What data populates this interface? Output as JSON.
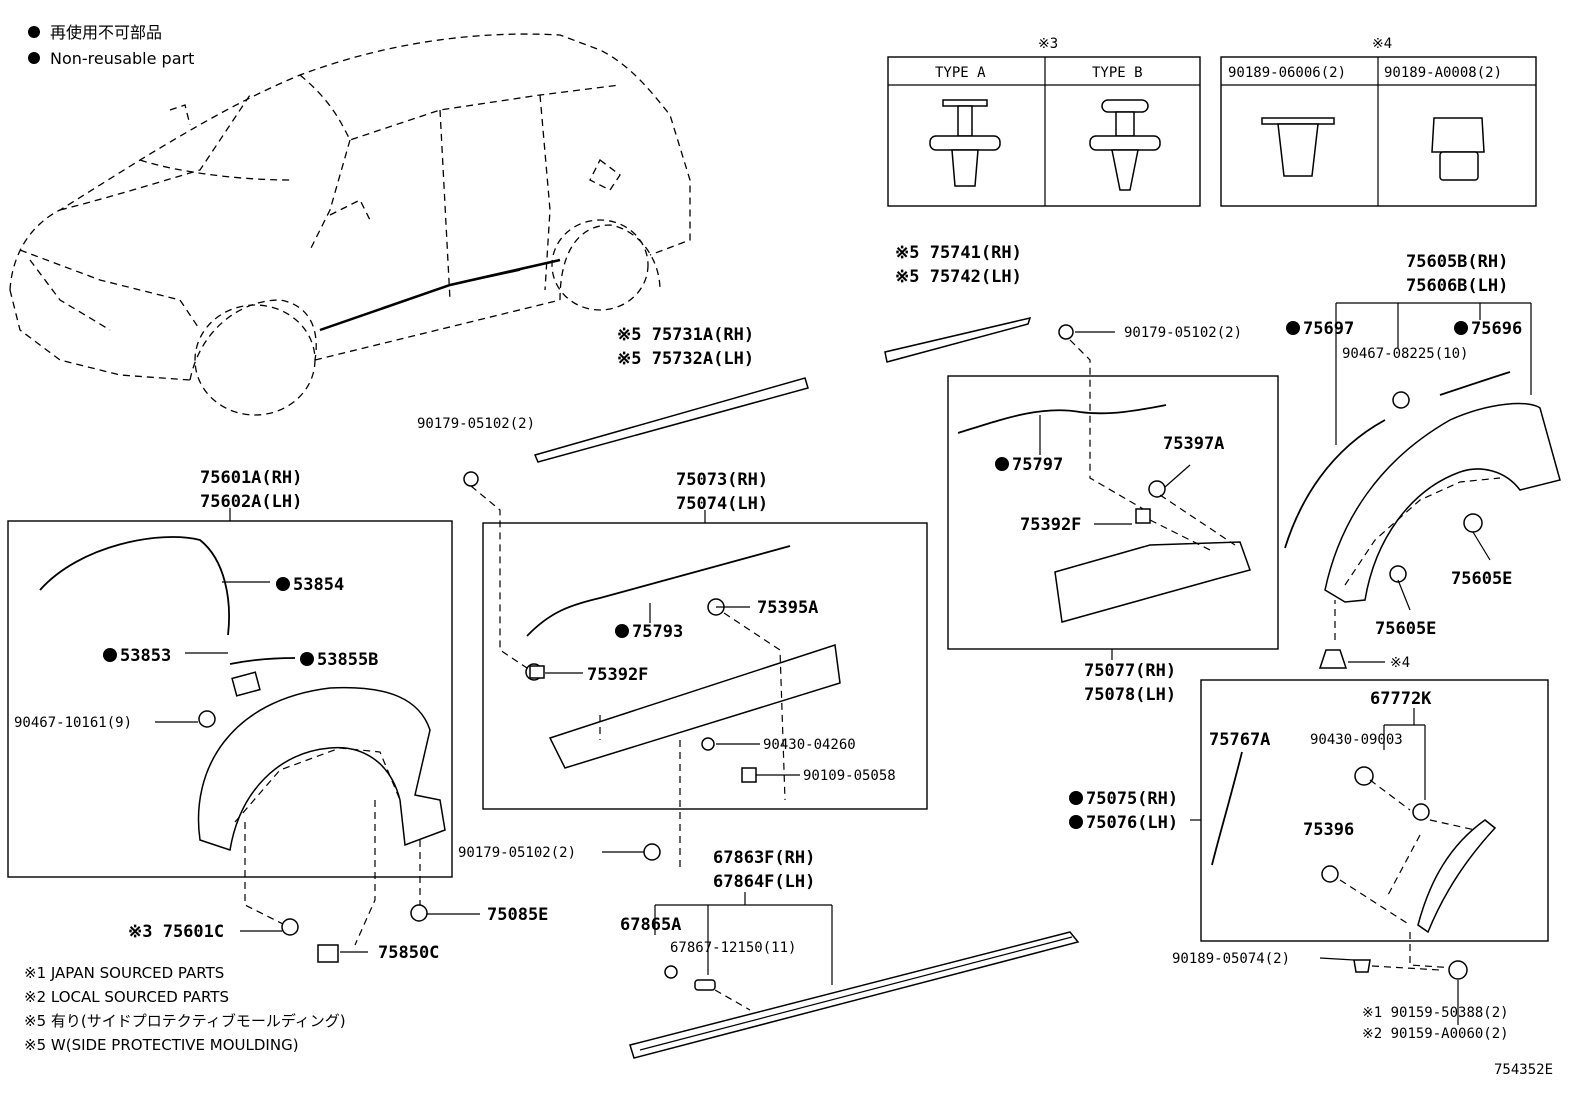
{
  "legend": {
    "non_reusable_ja": "再使用不可部品",
    "non_reusable_en": "Non-reusable part"
  },
  "clip_tables": {
    "marker3": "※3",
    "marker4": "※4",
    "type_a": "TYPE A",
    "type_b": "TYPE B",
    "clip1": "90189-06006(2)",
    "clip2": "90189-A0008(2)"
  },
  "labels": {
    "l75741": "※5 75741(RH)",
    "l75742": "※5 75742(LH)",
    "l75731a": "※5 75731A(RH)",
    "l75732a": "※5 75732A(LH)",
    "l90179_top_mid": "90179-05102(2)",
    "l90179_top_right": "90179-05102(2)",
    "l75605b": "75605B(RH)",
    "l75606b": "75606B(LH)",
    "l75697": "75697",
    "l75696": "75696",
    "l90467_08225": "90467-08225(10)",
    "l75601a": "75601A(RH)",
    "l75602a": "75602A(LH)",
    "l75073": "75073(RH)",
    "l75074": "75074(LH)",
    "l75797": "75797",
    "l75397a": "75397A",
    "l75392f_right": "75392F",
    "l53854": "53854",
    "l53853": "53853",
    "l53855b": "53855B",
    "l90467_10161": "90467-10161(9)",
    "l75793": "75793",
    "l75395a": "75395A",
    "l75392f_mid": "75392F",
    "l90430_04260": "90430-04260",
    "l90109_05058": "90109-05058",
    "l75605e_a": "75605E",
    "l75605e_b": "75605E",
    "l_marker4": "※4",
    "l75077": "75077(RH)",
    "l75078": "75078(LH)",
    "l67772k": "67772K",
    "l90430_09003": "90430-09003",
    "l75767a": "75767A",
    "l75075": "75075(RH)",
    "l75076": "75076(LH)",
    "l75396": "75396",
    "l90179_bottom": "90179-05102(2)",
    "l67863f": "67863F(RH)",
    "l67864f": "67864F(LH)",
    "l67865a": "67865A",
    "l67867": "67867-12150(11)",
    "l75601c": "※3 75601C",
    "l75085e": "75085E",
    "l75850c": "75850C",
    "l90189_05074": "90189-05074(2)",
    "l90159_50388": "※1 90159-50388(2)",
    "l90159_a0060": "※2 90159-A0060(2)"
  },
  "notes": {
    "n1": "※1 JAPAN SOURCED PARTS",
    "n2": "※2 LOCAL SOURCED PARTS",
    "n3": "※5 有り(サイドプロテクティブモールディング)",
    "n4": "※5 W(SIDE PROTECTIVE MOULDING)"
  },
  "drawing_number": "754352E"
}
